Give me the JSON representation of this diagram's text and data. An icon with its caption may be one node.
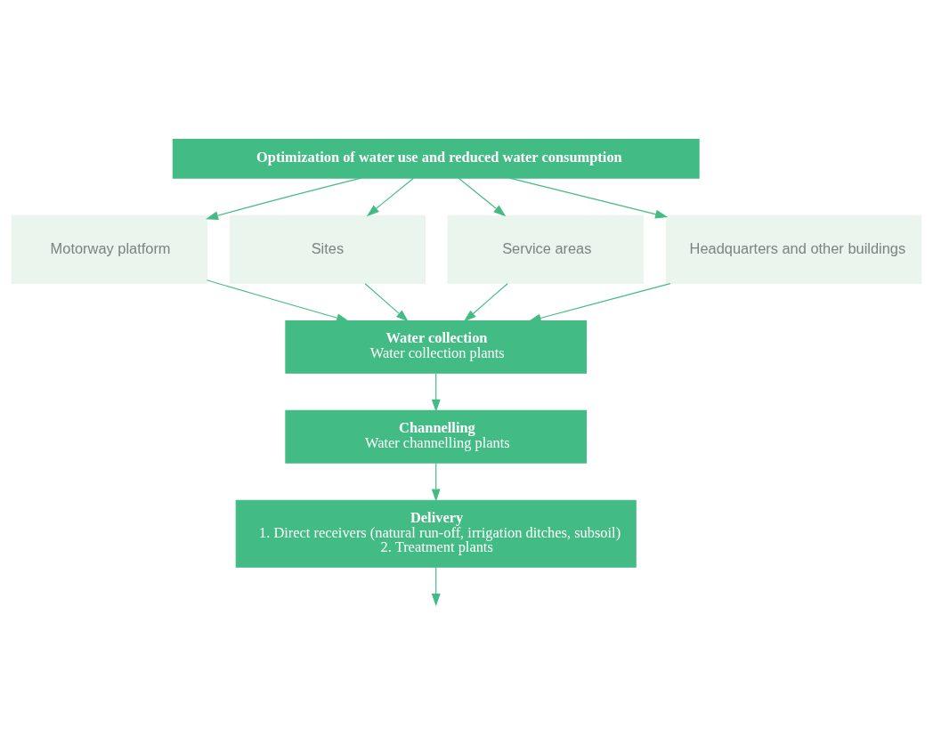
{
  "diagram": {
    "nodes": [
      {
        "text": [
          "Optimization of water use and reduced water consumption"
        ]
      },
      {
        "text": [
          "Motorway platform"
        ]
      },
      {
        "text": [
          "Sites"
        ]
      },
      {
        "text": [
          "Service areas"
        ]
      },
      {
        "text": [
          "Headquarters and other buildings"
        ]
      },
      {
        "text": [
          "Water collection",
          "Water collection plants"
        ]
      },
      {
        "text": [
          "Channelling",
          "Water channelling plants"
        ]
      },
      {
        "text": [
          "Delivery",
          "1. Direct receivers (natural run-off, irrigation ditches, subsoil)",
          "2. Treatment plants"
        ]
      }
    ],
    "edges": [
      {
        "from": 0,
        "to": 1,
        "arrow": "to"
      },
      {
        "from": 0,
        "to": 2,
        "arrow": "to"
      },
      {
        "from": 0,
        "to": 3,
        "arrow": "to"
      },
      {
        "from": 0,
        "to": 4,
        "arrow": "to"
      },
      {
        "from": 1,
        "to": 5,
        "arrow": "to"
      },
      {
        "from": 2,
        "to": 5,
        "arrow": "to"
      },
      {
        "from": 3,
        "to": 5,
        "arrow": "to"
      },
      {
        "from": 4,
        "to": 5,
        "arrow": "to"
      },
      {
        "from": 5,
        "to": 6,
        "arrow": "to"
      },
      {
        "from": 6,
        "to": 7,
        "arrow": "to"
      },
      {
        "from": 7,
        "to": null,
        "arrow": "to"
      }
    ]
  }
}
